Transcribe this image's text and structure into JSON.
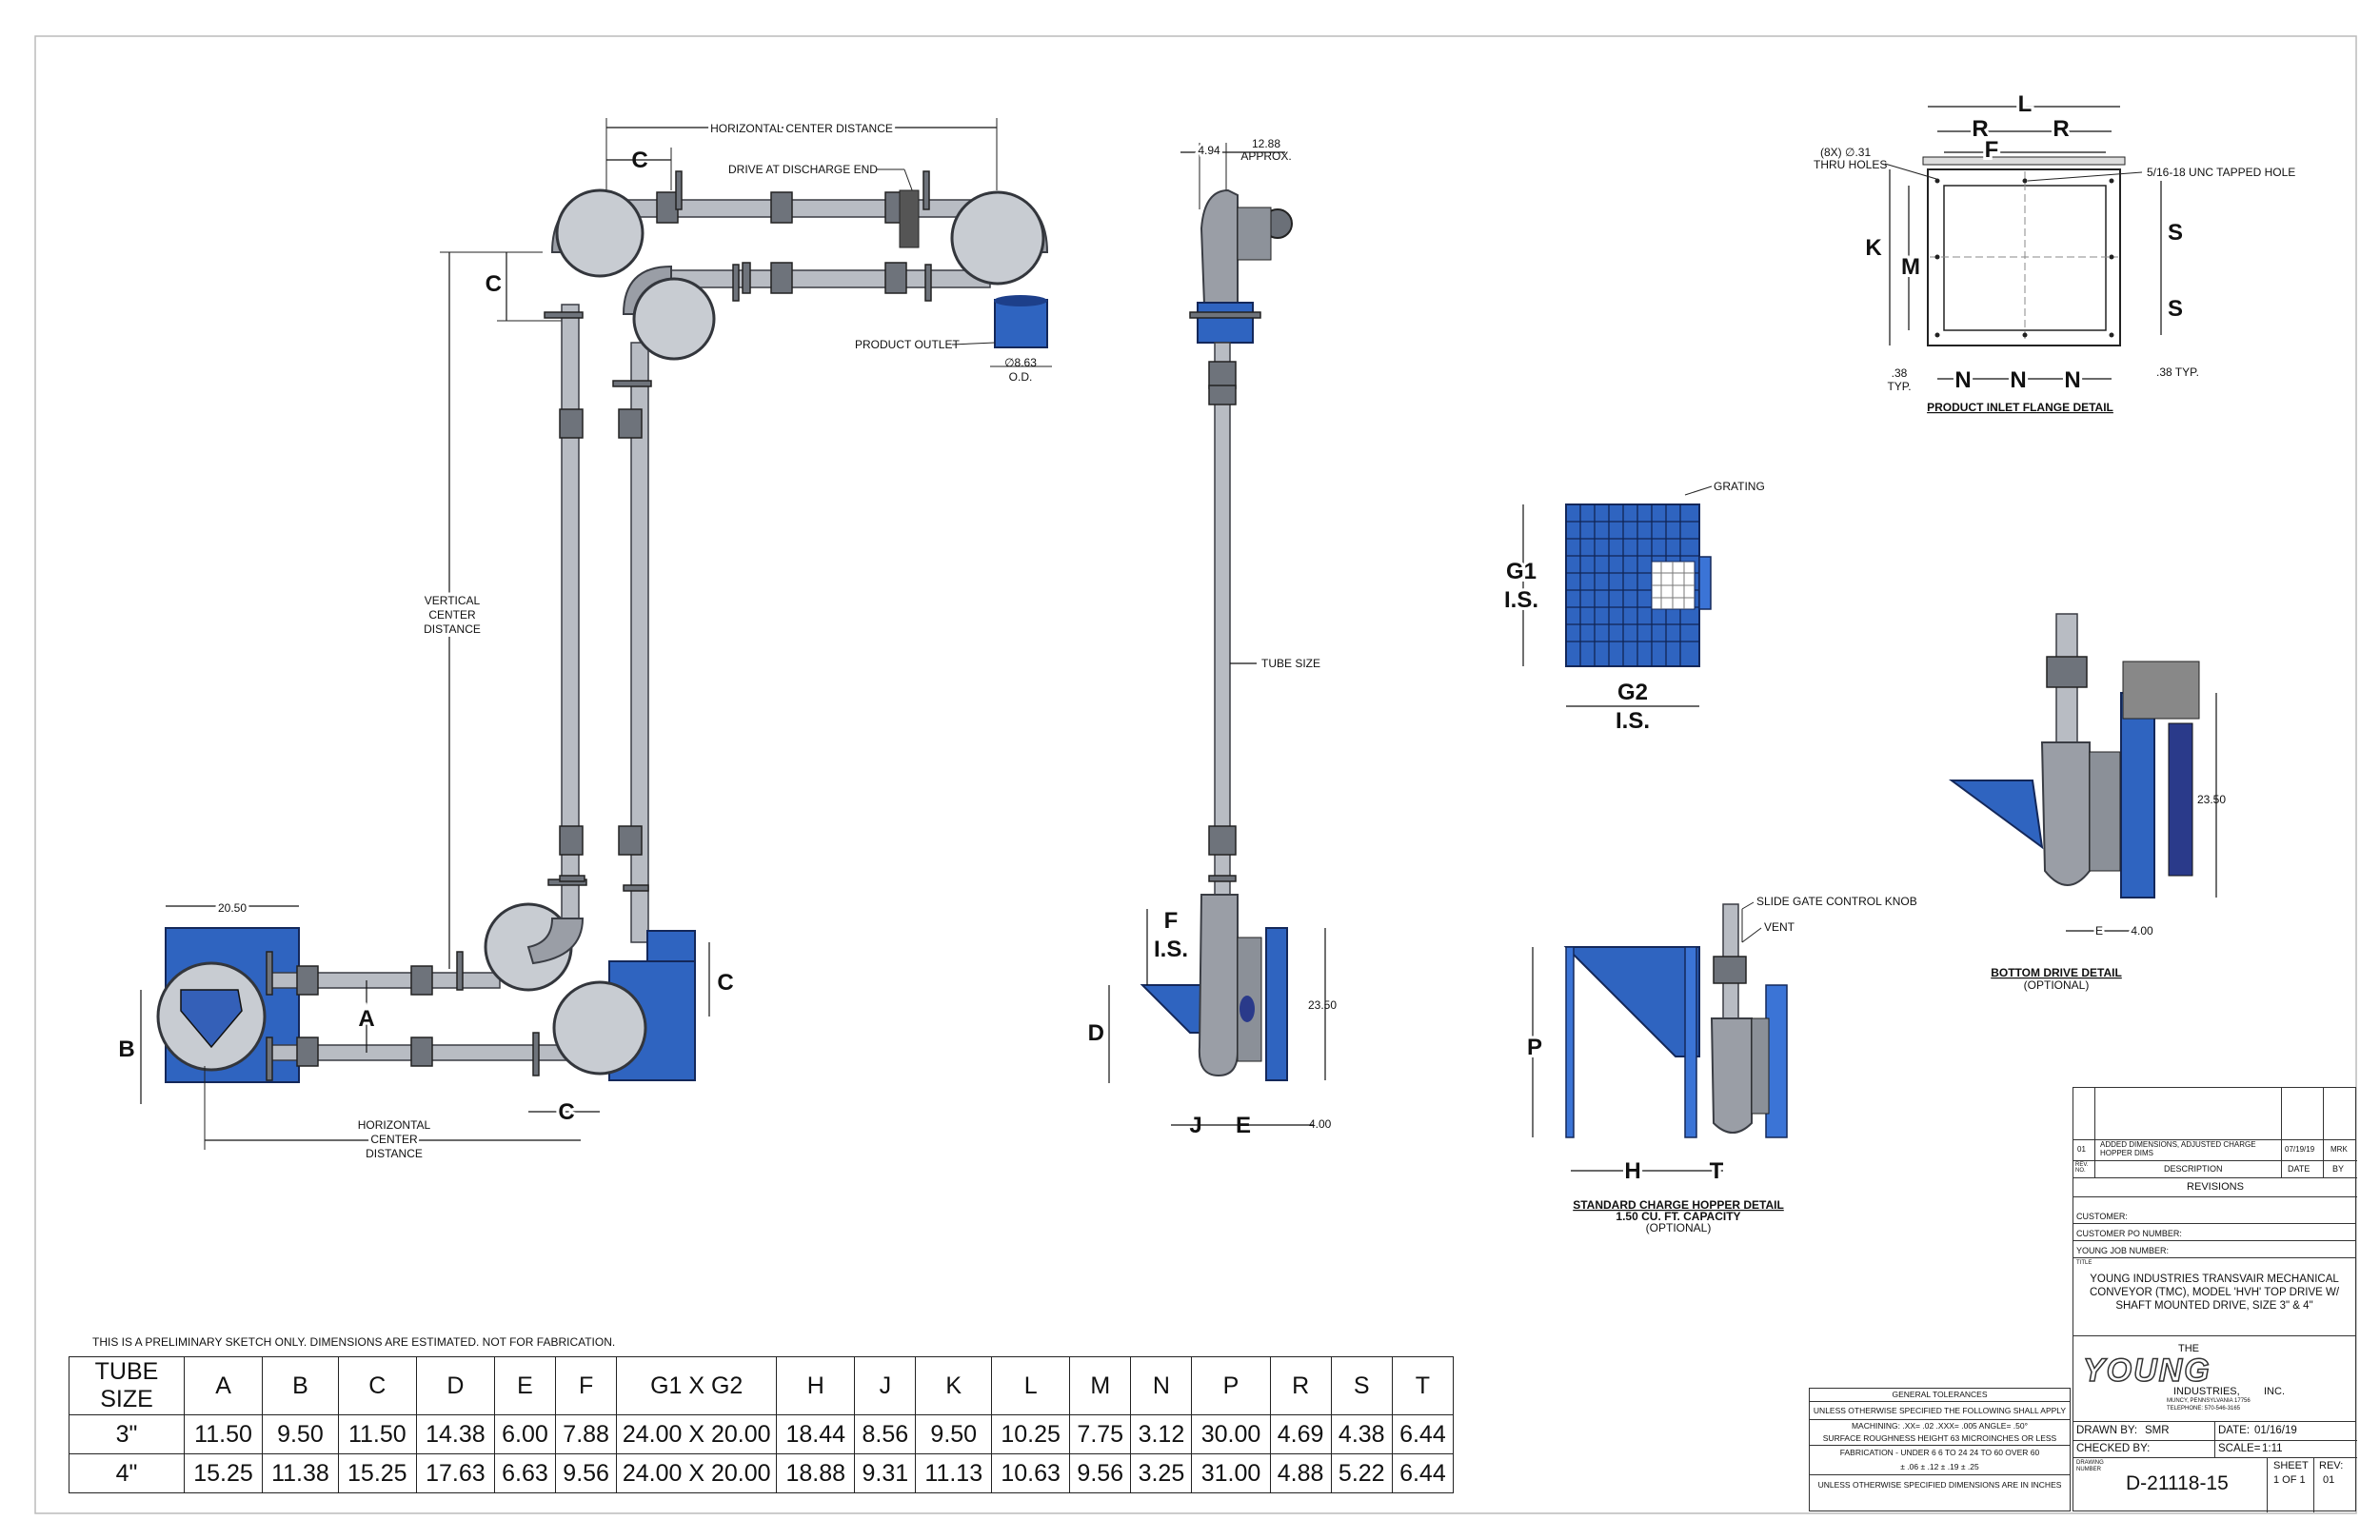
{
  "main_view": {
    "horizontal_center_distance_top": "HORIZONTAL CENTER DISTANCE",
    "drive_at_discharge_end": "DRIVE AT DISCHARGE END",
    "product_outlet": "PRODUCT OUTLET",
    "outlet_dia": "∅8.63",
    "outlet_od": "O.D.",
    "vertical_center_distance": [
      "VERTICAL",
      "CENTER",
      "DISTANCE"
    ],
    "horizontal_center_distance_bottom": [
      "HORIZONTAL",
      "CENTER",
      "DISTANCE"
    ],
    "dim_c": "C",
    "dim_a": "A",
    "dim_b": "B",
    "dim_2050": "20.50"
  },
  "side_view": {
    "dim_494": "4.94",
    "dim_1288": "12.88",
    "approx": "APPROX.",
    "tube_size": "TUBE SIZE",
    "dim_f": "F",
    "dim_is": "I.S.",
    "dim_d": "D",
    "dim_2350": "23.50",
    "dim_j": "J",
    "dim_e": "E",
    "dim_400": "4.00"
  },
  "flange_detail": {
    "holes_1": "(8X) ∅.31",
    "holes_2": "THRU HOLES",
    "tapped": "5/16-18 UNC TAPPED HOLE",
    "L": "L",
    "R": "R",
    "F": "F",
    "K": "K",
    "M": "M",
    "S": "S",
    "N": "N",
    "typ1a": ".38",
    "typ1b": "TYP.",
    "typ2": ".38 TYP.",
    "title": "PRODUCT INLET FLANGE DETAIL"
  },
  "grating_detail": {
    "grating": "GRATING",
    "g1": "G1",
    "g2": "G2",
    "is": "I.S."
  },
  "hopper_detail": {
    "slide_gate": "SLIDE GATE CONTROL KNOB",
    "vent": "VENT",
    "p": "P",
    "h": "H",
    "t": "T",
    "title": "STANDARD CHARGE HOPPER DETAIL",
    "capacity": "1.50 CU. FT. CAPACITY",
    "optional": "(OPTIONAL)"
  },
  "bottom_drive": {
    "dim_2350": "23.50",
    "e": "E",
    "dim_400": "4.00",
    "title": "BOTTOM DRIVE DETAIL",
    "optional": "(OPTIONAL)"
  },
  "note": "THIS IS A PRELIMINARY SKETCH ONLY. DIMENSIONS ARE ESTIMATED. NOT FOR FABRICATION.",
  "size_table": {
    "headers": [
      "TUBE SIZE",
      "A",
      "B",
      "C",
      "D",
      "E",
      "F",
      "G1 X G2",
      "H",
      "J",
      "K",
      "L",
      "M",
      "N",
      "P",
      "R",
      "S",
      "T"
    ],
    "rows": [
      [
        "3\"",
        "11.50",
        "9.50",
        "11.50",
        "14.38",
        "6.00",
        "7.88",
        "24.00 X 20.00",
        "18.44",
        "8.56",
        "9.50",
        "10.25",
        "7.75",
        "3.12",
        "30.00",
        "4.69",
        "4.38",
        "6.44"
      ],
      [
        "4\"",
        "15.25",
        "11.38",
        "15.25",
        "17.63",
        "6.63",
        "9.56",
        "24.00 X 20.00",
        "18.88",
        "9.31",
        "11.13",
        "10.63",
        "9.56",
        "3.25",
        "31.00",
        "4.88",
        "5.22",
        "6.44"
      ]
    ]
  },
  "revisions": {
    "rev": "01",
    "desc": "ADDED DIMENSIONS, ADJUSTED CHARGE HOPPER DIMS",
    "date": "07/19/19",
    "by": "MRK",
    "col_rev": "REV. NO.",
    "col_desc": "DESCRIPTION",
    "col_date": "DATE",
    "col_by": "BY",
    "title": "REVISIONS"
  },
  "title_block": {
    "customer": "CUSTOMER:",
    "po": "CUSTOMER PO NUMBER:",
    "job": "YOUNG JOB NUMBER:",
    "title_label": "TITLE",
    "title_lines": [
      "YOUNG INDUSTRIES TRANSVAIR MECHANICAL",
      "CONVEYOR (TMC), MODEL 'HVH' TOP DRIVE W/",
      "SHAFT MOUNTED DRIVE, SIZE 3\" & 4\""
    ],
    "logo_the": "THE",
    "logo": "YOUNG",
    "logo_ind": "INDUSTRIES,",
    "logo_inc": "INC.",
    "logo_addr": "MUNCY, PENNSYLVANIA   17756",
    "logo_tel": "TELEPHONE:          570-546-3165",
    "drawn_by_label": "DRAWN BY:",
    "drawn_by": "SMR",
    "date_label": "DATE:",
    "date": "01/16/19",
    "checked_label": "CHECKED BY:",
    "scale_label": "SCALE=",
    "scale": "1:11",
    "drawing_number_label": "DRAWING NUMBER",
    "drawing_number": "D-21118-15",
    "sheet_label": "SHEET",
    "sheet": "1 OF 1",
    "rev_label": "REV:",
    "rev": "01"
  },
  "tolerances": {
    "title": "GENERAL TOLERANCES",
    "l1": "UNLESS OTHERWISE SPECIFIED THE FOLLOWING SHALL APPLY",
    "l2": "MACHINING:  .XX= .02  .XXX= .005  ANGLE= .50°",
    "l3": "SURFACE ROUGHNESS HEIGHT 63 MICROINCHES OR LESS",
    "l4": "FABRICATION - UNDER 6   6 TO 24   24 TO 60   OVER 60",
    "l5": "± .06     ± .12     ± .19     ± .25",
    "l6": "UNLESS OTHERWISE SPECIFIED DIMENSIONS ARE IN INCHES"
  },
  "colors": {
    "steel": "#9a9ea6",
    "blue": "#2f64c0",
    "line": "#111111"
  }
}
